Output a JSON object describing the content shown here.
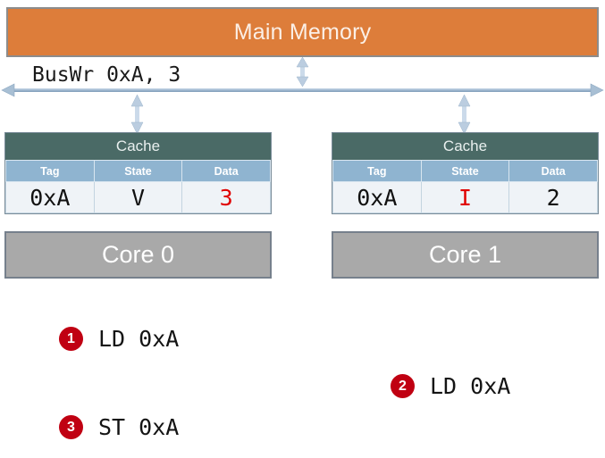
{
  "diagram": {
    "memory": {
      "label": "Main Memory",
      "color": "#DD7D3A"
    },
    "bus": {
      "label": "BusWr 0xA, 3",
      "color": "#A8BFD4"
    },
    "columns": [
      "Tag",
      "State",
      "Data"
    ],
    "nodes": [
      {
        "cache_title": "Cache",
        "tag": "0xA",
        "state": "V",
        "data": "3",
        "state_highlight": false,
        "data_highlight": true,
        "core_label": "Core 0"
      },
      {
        "cache_title": "Cache",
        "tag": "0xA",
        "state": "I",
        "data": "2",
        "state_highlight": true,
        "data_highlight": false,
        "core_label": "Core 1"
      }
    ],
    "annotations": [
      {
        "num": "1",
        "text": "LD 0xA"
      },
      {
        "num": "2",
        "text": "LD 0xA"
      },
      {
        "num": "3",
        "text": "ST 0xA"
      }
    ],
    "colors": {
      "cache_header": "#4A6A66",
      "column_header": "#8FB4D0",
      "core": "#A9A9A9",
      "badge": "#C00012",
      "highlight_text": "#E00000"
    }
  }
}
